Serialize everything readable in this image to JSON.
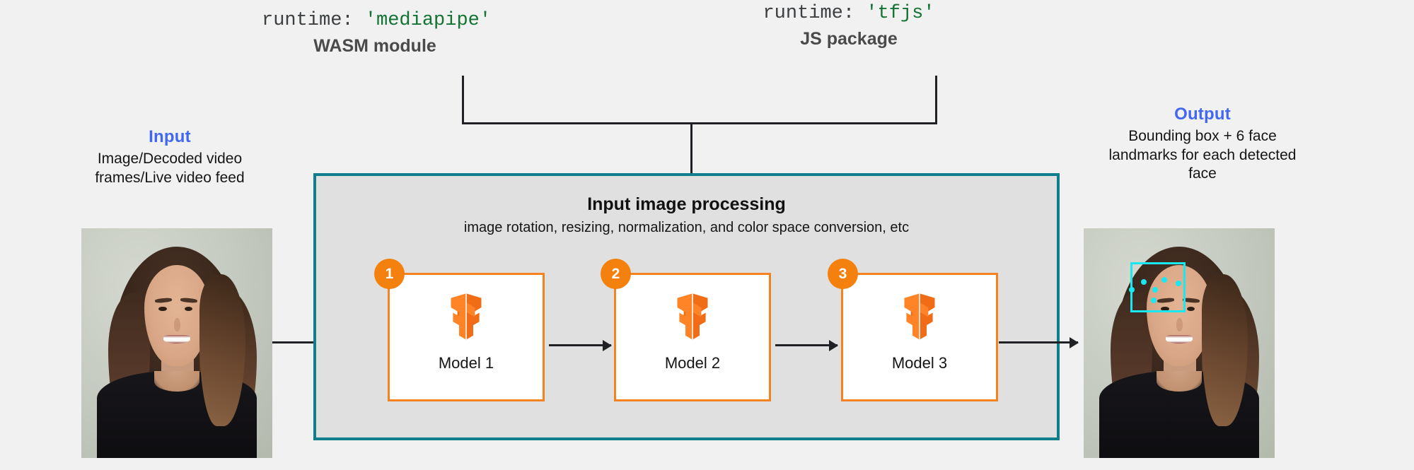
{
  "runtimes": [
    {
      "code_prefix": "runtime: ",
      "code_value": "'mediapipe'",
      "subtitle": "WASM module"
    },
    {
      "code_prefix": "runtime: ",
      "code_value": "'tfjs'",
      "subtitle": "JS package"
    }
  ],
  "input": {
    "title": "Input",
    "description": "Image/Decoded video frames/Live video feed"
  },
  "output": {
    "title": "Output",
    "description": "Bounding box + 6 face landmarks for each detected face"
  },
  "panel": {
    "title": "Input image processing",
    "subtitle": "image rotation, resizing, normalization, and color space conversion, etc"
  },
  "models": [
    {
      "badge": "1",
      "label": "Model 1",
      "logo": "tensorflow-logo"
    },
    {
      "badge": "2",
      "label": "Model 2",
      "logo": "tensorflow-logo"
    },
    {
      "badge": "3",
      "label": "Model 3",
      "logo": "tensorflow-logo"
    }
  ],
  "colors": {
    "background": "#f1f1f1",
    "accent_blue": "#4267f0",
    "panel_border_teal": "#0e7e8d",
    "panel_fill": "#e0e0e0",
    "model_border_orange": "#f58220",
    "badge_orange": "#f4800e",
    "code_string_green": "#137333",
    "detection_cyan": "#1ae8f0",
    "arrow_dark": "#202124"
  }
}
